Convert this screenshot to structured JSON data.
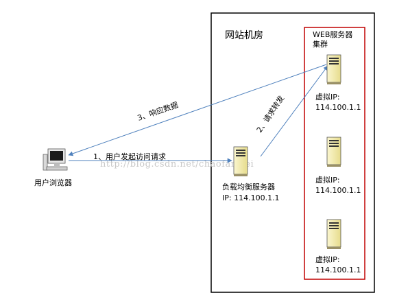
{
  "datacenter": {
    "title": "网站机房"
  },
  "cluster": {
    "title_line1": "WEB服务器",
    "title_line2": "集群"
  },
  "browser": {
    "label": "用户浏览器"
  },
  "load_balancer": {
    "label": "负载均衡服务器",
    "ip": "IP:  114.100.1.1"
  },
  "servers": [
    {
      "label": "虚拟IP:",
      "ip": "114.100.1.1"
    },
    {
      "label": "虚拟IP:",
      "ip": "114.100.1.1"
    },
    {
      "label": "虚拟IP:",
      "ip": "114.100.1.1"
    }
  ],
  "arrows": {
    "request": "1、用户发起访问请求",
    "forward": "2、请求转发",
    "response": "3、响应数据"
  },
  "watermark": "http://blog.csdn.net/chaofanwei",
  "colors": {
    "arrow": "#4f81bd",
    "cluster_border": "#c00000",
    "box_border": "#000000",
    "server_fill": "#f6f0b4"
  }
}
